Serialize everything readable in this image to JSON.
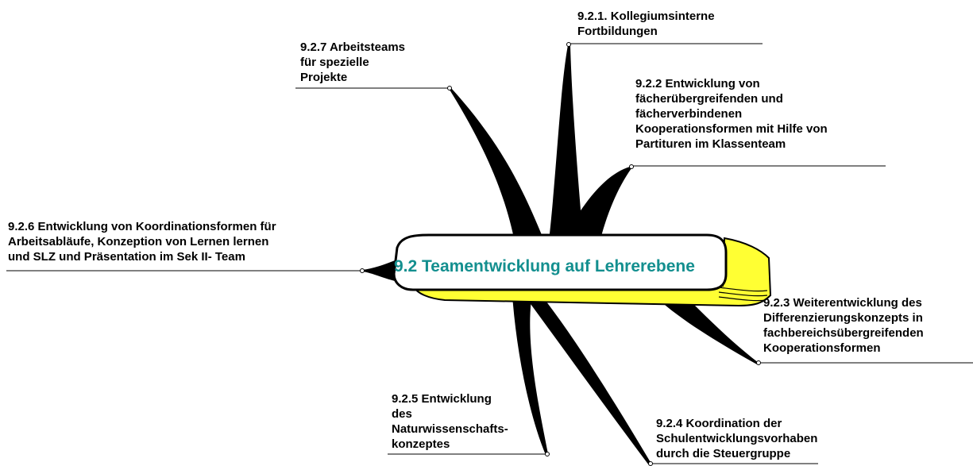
{
  "center": {
    "title": "9.2 Teamentwicklung auf Lehrerebene"
  },
  "colors": {
    "title": "#138f8f",
    "box_fill": "#ffff33",
    "box_stroke": "#000000",
    "branch": "#000000"
  },
  "branches": [
    {
      "id": "b921",
      "lines": [
        "9.2.1. Kollegiumsinterne",
        "Fortbildungen"
      ]
    },
    {
      "id": "b922",
      "lines": [
        "9.2.2 Entwicklung von",
        "fächerübergreifenden und",
        "fächerverbindenen",
        "Kooperationsformen mit Hilfe von",
        "Partituren im Klassenteam"
      ]
    },
    {
      "id": "b923",
      "lines": [
        "9.2.3 Weiterentwicklung des",
        "Differenzierungskonzepts in",
        "fachbereichsübergreifenden",
        "Kooperationsformen"
      ]
    },
    {
      "id": "b924",
      "lines": [
        "9.2.4 Koordination der",
        "Schulentwicklungsvorhaben",
        "durch die Steuergruppe"
      ]
    },
    {
      "id": "b925",
      "lines": [
        "9.2.5 Entwicklung",
        "des",
        "Naturwissenschafts-",
        "konzeptes"
      ]
    },
    {
      "id": "b926",
      "lines": [
        "9.2.6 Entwicklung von Koordinationsformen für",
        "Arbeitsabläufe, Konzeption von Lernen lernen",
        "und SLZ und Präsentation im Sek II- Team"
      ]
    },
    {
      "id": "b927",
      "lines": [
        "9.2.7 Arbeitsteams",
        "für spezielle",
        "Projekte"
      ]
    }
  ]
}
